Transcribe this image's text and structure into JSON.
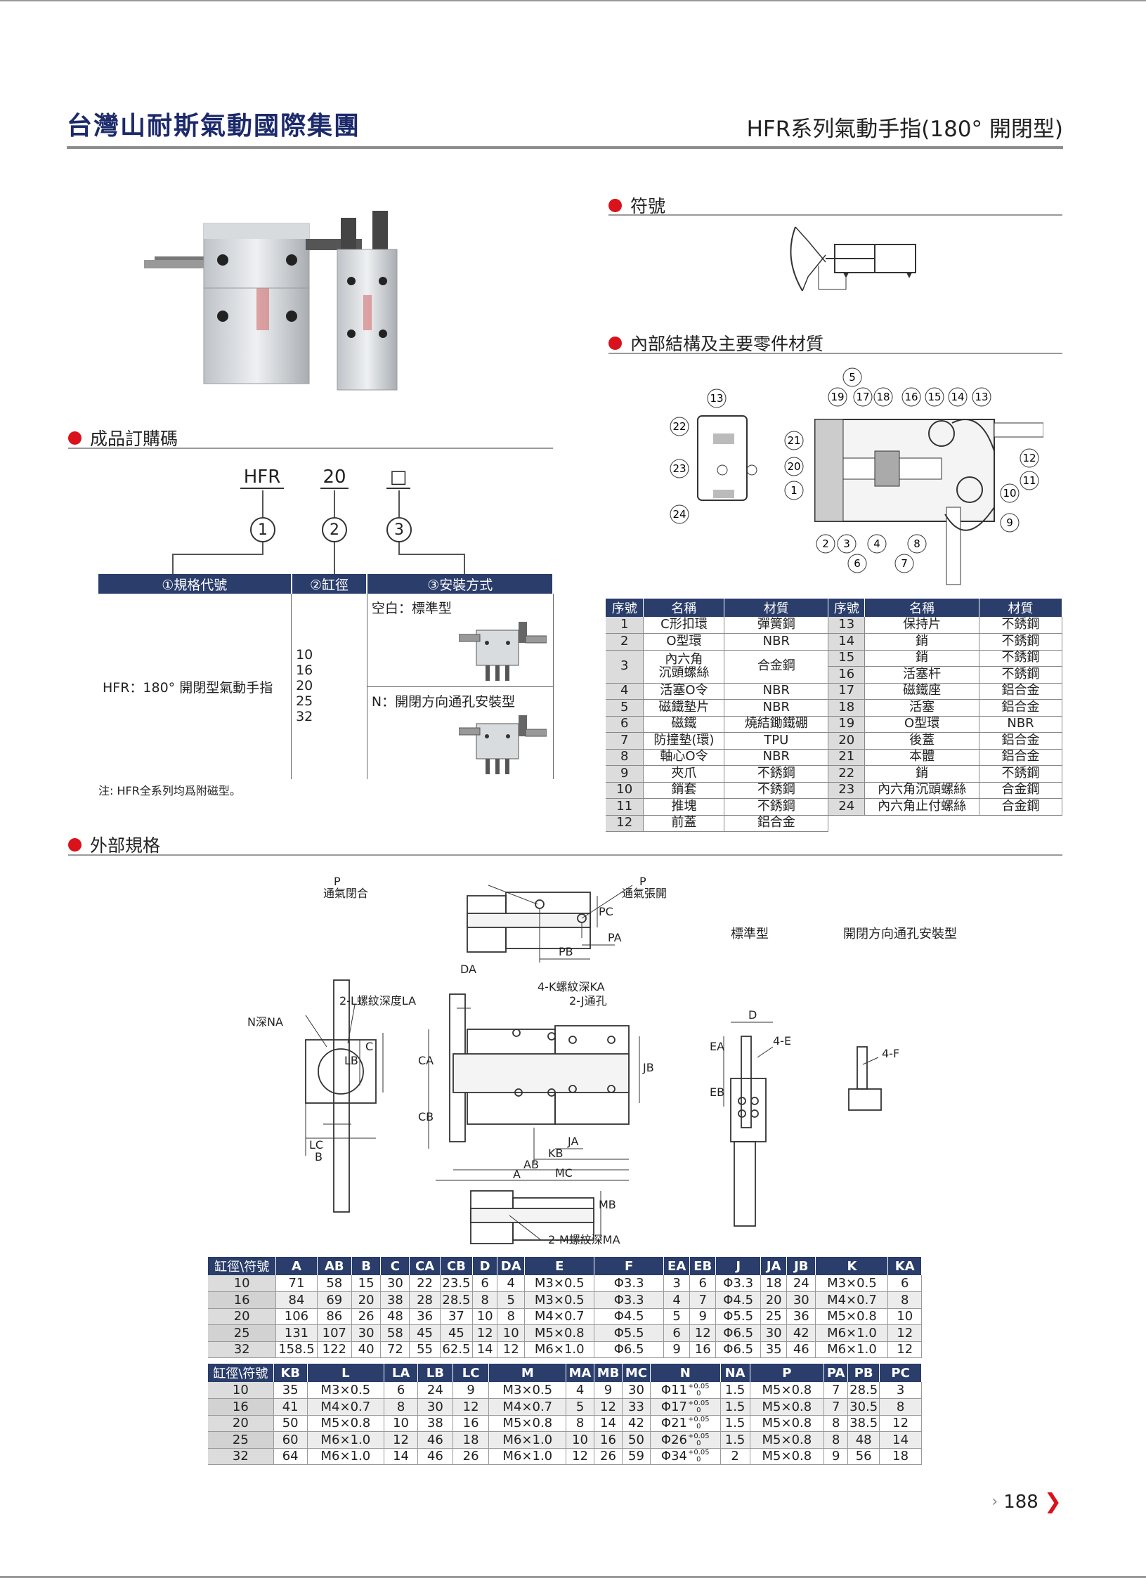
{
  "header": {
    "brand": "台灣山耐斯氣動國際集團",
    "series_title": "HFR系列氣動手指(180° 開閉型)"
  },
  "sections": {
    "symbol": "符號",
    "internal": "內部結構及主要零件材質",
    "order": "成品訂購碼",
    "external": "外部規格"
  },
  "order_code": {
    "parts": [
      "HFR",
      "20",
      "□"
    ],
    "circled": [
      "1",
      "2",
      "3"
    ],
    "table_headers": [
      "①規格代號",
      "②缸徑",
      "③安裝方式"
    ],
    "spec_code": "HFR：180° 開閉型氣動手指",
    "bores": [
      "10",
      "16",
      "20",
      "25",
      "32"
    ],
    "mount_standard": "空白：標準型",
    "mount_through": "N：開閉方向通孔安裝型",
    "note": "注: HFR全系列均爲附磁型。"
  },
  "structure_callouts": [
    "13",
    "22",
    "23",
    "24",
    "5",
    "19",
    "17",
    "18",
    "16",
    "15",
    "14",
    "13",
    "21",
    "20",
    "1",
    "12",
    "11",
    "10",
    "9",
    "2",
    "3",
    "4",
    "8",
    "6",
    "7"
  ],
  "parts_table": {
    "headers": [
      "序號",
      "名稱",
      "材質",
      "序號",
      "名稱",
      "材質"
    ],
    "rows": [
      [
        "1",
        "C形扣環",
        "彈簧鋼",
        "13",
        "保持片",
        "不銹鋼"
      ],
      [
        "2",
        "O型環",
        "NBR",
        "14",
        "銷",
        "不銹鋼"
      ],
      [
        "3",
        "內六角",
        "合金鋼",
        "15",
        "銷",
        "不銹鋼"
      ],
      [
        "",
        "沉頭螺絲",
        "",
        "16",
        "活塞杆",
        "不銹鋼"
      ],
      [
        "4",
        "活塞O令",
        "NBR",
        "17",
        "磁鐵座",
        "鋁合金"
      ],
      [
        "5",
        "磁鐵墊片",
        "NBR",
        "18",
        "活塞",
        "鋁合金"
      ],
      [
        "6",
        "磁鐵",
        "燒結鋤鐵硼",
        "19",
        "O型環",
        "NBR"
      ],
      [
        "7",
        "防撞墊(環)",
        "TPU",
        "20",
        "後蓋",
        "鋁合金"
      ],
      [
        "8",
        "軸心O令",
        "NBR",
        "21",
        "本體",
        "鋁合金"
      ],
      [
        "9",
        "夾爪",
        "不銹鋼",
        "22",
        "銷",
        "不銹鋼"
      ],
      [
        "10",
        "銷套",
        "不銹鋼",
        "23",
        "內六角沉頭螺絲",
        "合金鋼"
      ],
      [
        "11",
        "推塊",
        "不銹鋼",
        "24",
        "內六角止付螺絲",
        "合金鋼"
      ],
      [
        "12",
        "前蓋",
        "鋁合金",
        "",
        "",
        ""
      ]
    ]
  },
  "drawing_labels": {
    "p_close": "P",
    "p_close_text": "通氣閉合",
    "p_open": "P",
    "p_open_text": "通氣張開",
    "pc": "PC",
    "pa": "PA",
    "pb": "PB",
    "da": "DA",
    "k_thread": "4-K螺紋深KA",
    "j_hole": "2-J通孔",
    "l_thread": "2-L螺紋深度LA",
    "n_depth": "N深NA",
    "ca": "CA",
    "cb": "CB",
    "lb": "LB",
    "c": "C",
    "jb": "JB",
    "ja": "JA",
    "kb": "KB",
    "ab": "AB",
    "a": "A",
    "lc": "LC",
    "b": "B",
    "mc": "MC",
    "mb": "MB",
    "m_thread": "2-M螺紋深MA",
    "standard": "標準型",
    "through": "開閉方向通孔安裝型",
    "ea": "EA",
    "d": "D",
    "e4": "4-E",
    "eb": "EB",
    "f4": "4-F"
  },
  "spec_table_1": {
    "headers": [
      "缸徑\\符號",
      "A",
      "AB",
      "B",
      "C",
      "CA",
      "CB",
      "D",
      "DA",
      "E",
      "F",
      "EA",
      "EB",
      "J",
      "JA",
      "JB",
      "K",
      "KA"
    ],
    "rows": [
      [
        "10",
        "71",
        "58",
        "15",
        "30",
        "22",
        "23.5",
        "6",
        "4",
        "M3×0.5",
        "Φ3.3",
        "3",
        "6",
        "Φ3.3",
        "18",
        "24",
        "M3×0.5",
        "6"
      ],
      [
        "16",
        "84",
        "69",
        "20",
        "38",
        "28",
        "28.5",
        "8",
        "5",
        "M3×0.5",
        "Φ3.3",
        "4",
        "7",
        "Φ4.5",
        "20",
        "30",
        "M4×0.7",
        "8"
      ],
      [
        "20",
        "106",
        "86",
        "26",
        "48",
        "36",
        "37",
        "10",
        "8",
        "M4×0.7",
        "Φ4.5",
        "5",
        "9",
        "Φ5.5",
        "25",
        "36",
        "M5×0.8",
        "10"
      ],
      [
        "25",
        "131",
        "107",
        "30",
        "58",
        "45",
        "45",
        "12",
        "10",
        "M5×0.8",
        "Φ5.5",
        "6",
        "12",
        "Φ6.5",
        "30",
        "42",
        "M6×1.0",
        "12"
      ],
      [
        "32",
        "158.5",
        "122",
        "40",
        "72",
        "55",
        "62.5",
        "14",
        "12",
        "M6×1.0",
        "Φ6.5",
        "9",
        "16",
        "Φ6.5",
        "35",
        "46",
        "M6×1.0",
        "12"
      ]
    ]
  },
  "spec_table_2": {
    "headers": [
      "缸徑\\符號",
      "KB",
      "L",
      "LA",
      "LB",
      "LC",
      "M",
      "MA",
      "MB",
      "MC",
      "N",
      "NA",
      "P",
      "PA",
      "PB",
      "PC"
    ],
    "tolerance": "+0.05 / 0",
    "rows": [
      [
        "10",
        "35",
        "M3×0.5",
        "6",
        "24",
        "9",
        "M3×0.5",
        "4",
        "9",
        "30",
        "Φ11",
        "1.5",
        "M5×0.8",
        "7",
        "28.5",
        "3"
      ],
      [
        "16",
        "41",
        "M4×0.7",
        "8",
        "30",
        "12",
        "M4×0.7",
        "5",
        "12",
        "33",
        "Φ17",
        "1.5",
        "M5×0.8",
        "7",
        "30.5",
        "8"
      ],
      [
        "20",
        "50",
        "M5×0.8",
        "10",
        "38",
        "16",
        "M5×0.8",
        "8",
        "14",
        "42",
        "Φ21",
        "1.5",
        "M5×0.8",
        "8",
        "38.5",
        "12"
      ],
      [
        "25",
        "60",
        "M6×1.0",
        "12",
        "46",
        "18",
        "M6×1.0",
        "10",
        "16",
        "50",
        "Φ26",
        "1.5",
        "M5×0.8",
        "8",
        "48",
        "14"
      ],
      [
        "32",
        "64",
        "M6×1.0",
        "14",
        "46",
        "26",
        "M6×1.0",
        "12",
        "26",
        "59",
        "Φ34",
        "2",
        "M5×0.8",
        "9",
        "56",
        "18"
      ]
    ]
  },
  "tol_top": "+0.05",
  "tol_bottom": "0",
  "page_number": "188",
  "colors": {
    "navy": "#2a3d6b",
    "red": "#d9121b",
    "brand": "#1c2a6b"
  }
}
